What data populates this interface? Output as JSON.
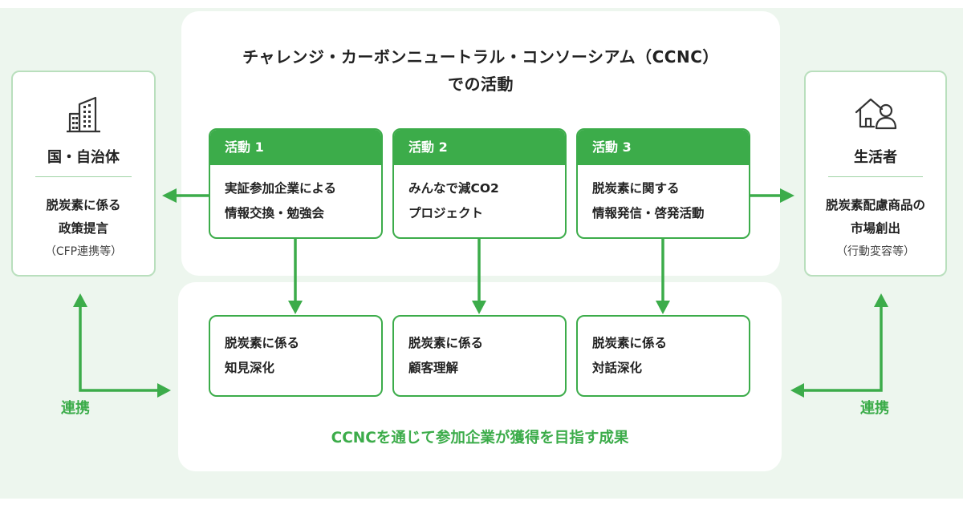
{
  "title": {
    "line1": "チャレンジ・カーボンニュートラル・コンソーシアム（CCNC）",
    "line2": "での活動"
  },
  "left_box": {
    "icon": "building-icon",
    "heading": "国・自治体",
    "line1": "脱炭素に係る",
    "line2": "政策提言",
    "note": "（CFP連携等）"
  },
  "right_box": {
    "icon": "home-person-icon",
    "heading": "生活者",
    "line1": "脱炭素配慮商品の",
    "line2": "市場創出",
    "note": "（行動変容等）"
  },
  "activities": [
    {
      "header": "活動 1",
      "line1": "実証参加企業による",
      "line2": "情報交換・勉強会"
    },
    {
      "header": "活動 2",
      "line1": "みんなで減CO2",
      "line2": "プロジェクト"
    },
    {
      "header": "活動 3",
      "line1": "脱炭素に関する",
      "line2": "情報発信・啓発活動"
    }
  ],
  "results": [
    {
      "line1": "脱炭素に係る",
      "line2": "知見深化"
    },
    {
      "line1": "脱炭素に係る",
      "line2": "顧客理解"
    },
    {
      "line1": "脱炭素に係る",
      "line2": "対話深化"
    }
  ],
  "footer": "CCNCを通じて参加企業が獲得を目指す成果",
  "link_label_left": "連携",
  "link_label_right": "連携",
  "colors": {
    "accent_green": "#3cac4a",
    "border_light_green": "#b9dfbd",
    "background": "#edf6ee"
  }
}
